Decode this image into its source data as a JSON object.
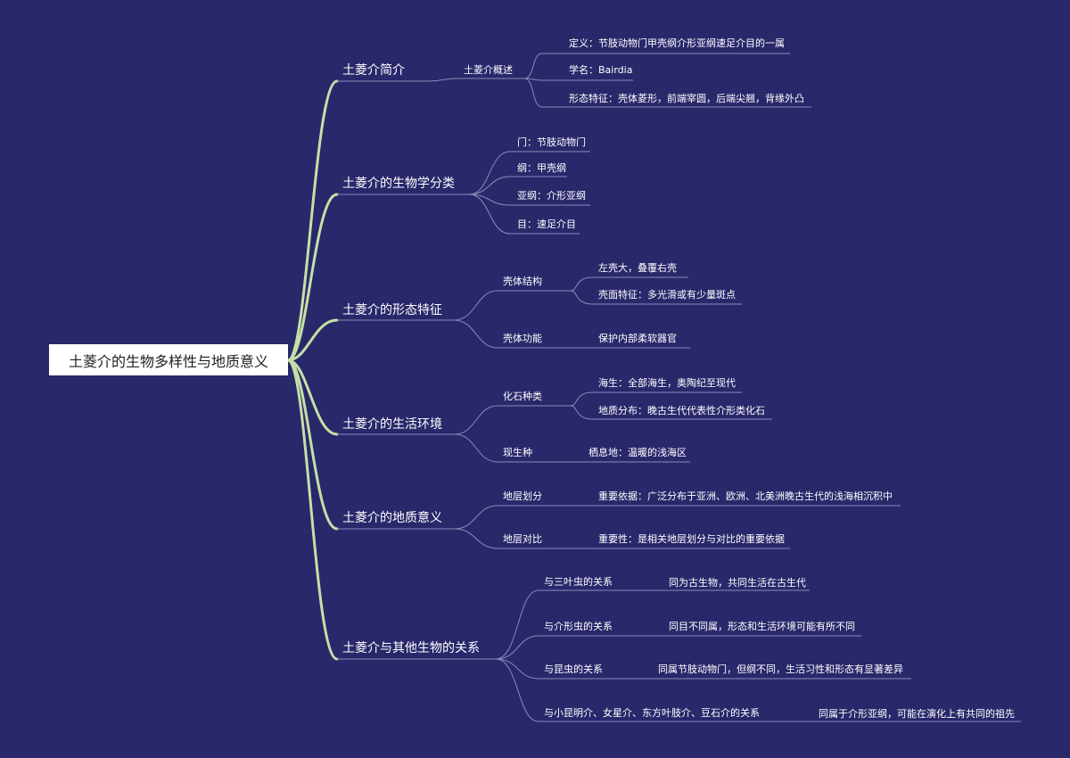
{
  "root": "土菱介的生物多样性与地质意义",
  "branches": [
    {
      "label": "土菱介简介",
      "children": [
        {
          "label": "土菱介概述",
          "children": [
            "定义：节肢动物门甲壳纲介形亚纲速足介目的一属",
            "学名：Bairdia",
            "形态特征：壳体菱形，前端宰圆，后端尖翘，背缘外凸"
          ]
        }
      ]
    },
    {
      "label": "土菱介的生物学分类",
      "children": [
        {
          "label": "门：节肢动物门"
        },
        {
          "label": "纲：甲壳纲"
        },
        {
          "label": "亚纲：介形亚纲"
        },
        {
          "label": "目：速足介目"
        }
      ]
    },
    {
      "label": "土菱介的形态特征",
      "children": [
        {
          "label": "壳体结构",
          "children": [
            "左壳大，叠覆右壳",
            "壳面特征：多光滑或有少量斑点"
          ]
        },
        {
          "label": "壳体功能",
          "children": [
            "保护内部柔软器官"
          ]
        }
      ]
    },
    {
      "label": "土菱介的生活环境",
      "children": [
        {
          "label": "化石种类",
          "children": [
            "海生：全部海生，奥陶纪至现代",
            "地质分布：晚古生代代表性介形类化石"
          ]
        },
        {
          "label": "现生种",
          "children": [
            "栖息地：温暖的浅海区"
          ]
        }
      ]
    },
    {
      "label": "土菱介的地质意义",
      "children": [
        {
          "label": "地层划分",
          "children": [
            "重要依据：广泛分布于亚洲、欧洲、北美洲晚古生代的浅海相沉积中"
          ]
        },
        {
          "label": "地层对比",
          "children": [
            "重要性：是相关地层划分与对比的重要依据"
          ]
        }
      ]
    },
    {
      "label": "土菱介与其他生物的关系",
      "children": [
        {
          "label": "与三叶虫的关系",
          "children": [
            "同为古生物，共同生活在古生代"
          ]
        },
        {
          "label": "与介形虫的关系",
          "children": [
            "同目不同属，形态和生活环境可能有所不同"
          ]
        },
        {
          "label": "与昆虫的关系",
          "children": [
            "同属节肢动物门，但纲不同，生活习性和形态有显著差异"
          ]
        },
        {
          "label": "与小昆明介、女星介、东方叶肢介、豆石介的关系",
          "children": [
            "同属于介形亚纲，可能在演化上有共同的祖先"
          ]
        }
      ]
    }
  ]
}
